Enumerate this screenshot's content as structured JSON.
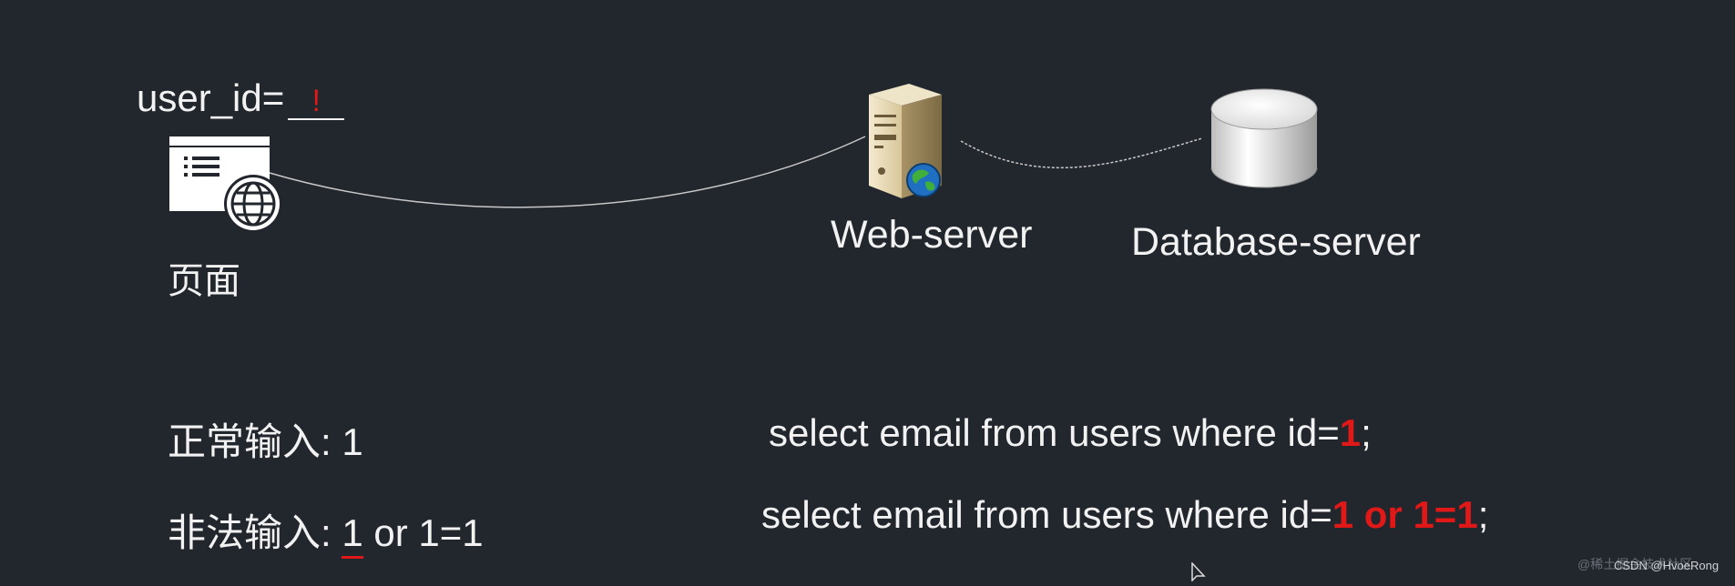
{
  "user_id_field": {
    "label": "user_id=",
    "value": "!"
  },
  "nodes": {
    "page": {
      "label": "页面",
      "icon": "web-page-icon"
    },
    "web_server": {
      "label": "Web-server",
      "icon": "server-icon"
    },
    "db_server": {
      "label": "Database-server",
      "icon": "database-icon"
    }
  },
  "inputs": {
    "normal": {
      "label": "正常输入:",
      "value": "1"
    },
    "illegal": {
      "label": "非法输入:",
      "value_underlined": "1",
      "value_rest": "or 1=1"
    }
  },
  "queries": {
    "normal": {
      "prefix": "select email from users where id=",
      "highlight": "1",
      "suffix": ";"
    },
    "illegal": {
      "prefix": "select email from users where id=",
      "highlight": "1 or 1=1",
      "suffix": ";"
    }
  },
  "watermark": "@稀土掘金技术社区",
  "credit": "CSDN @HvoeRong",
  "colors": {
    "background": "#22262d",
    "text": "#f2f2f2",
    "highlight": "#e01818"
  }
}
